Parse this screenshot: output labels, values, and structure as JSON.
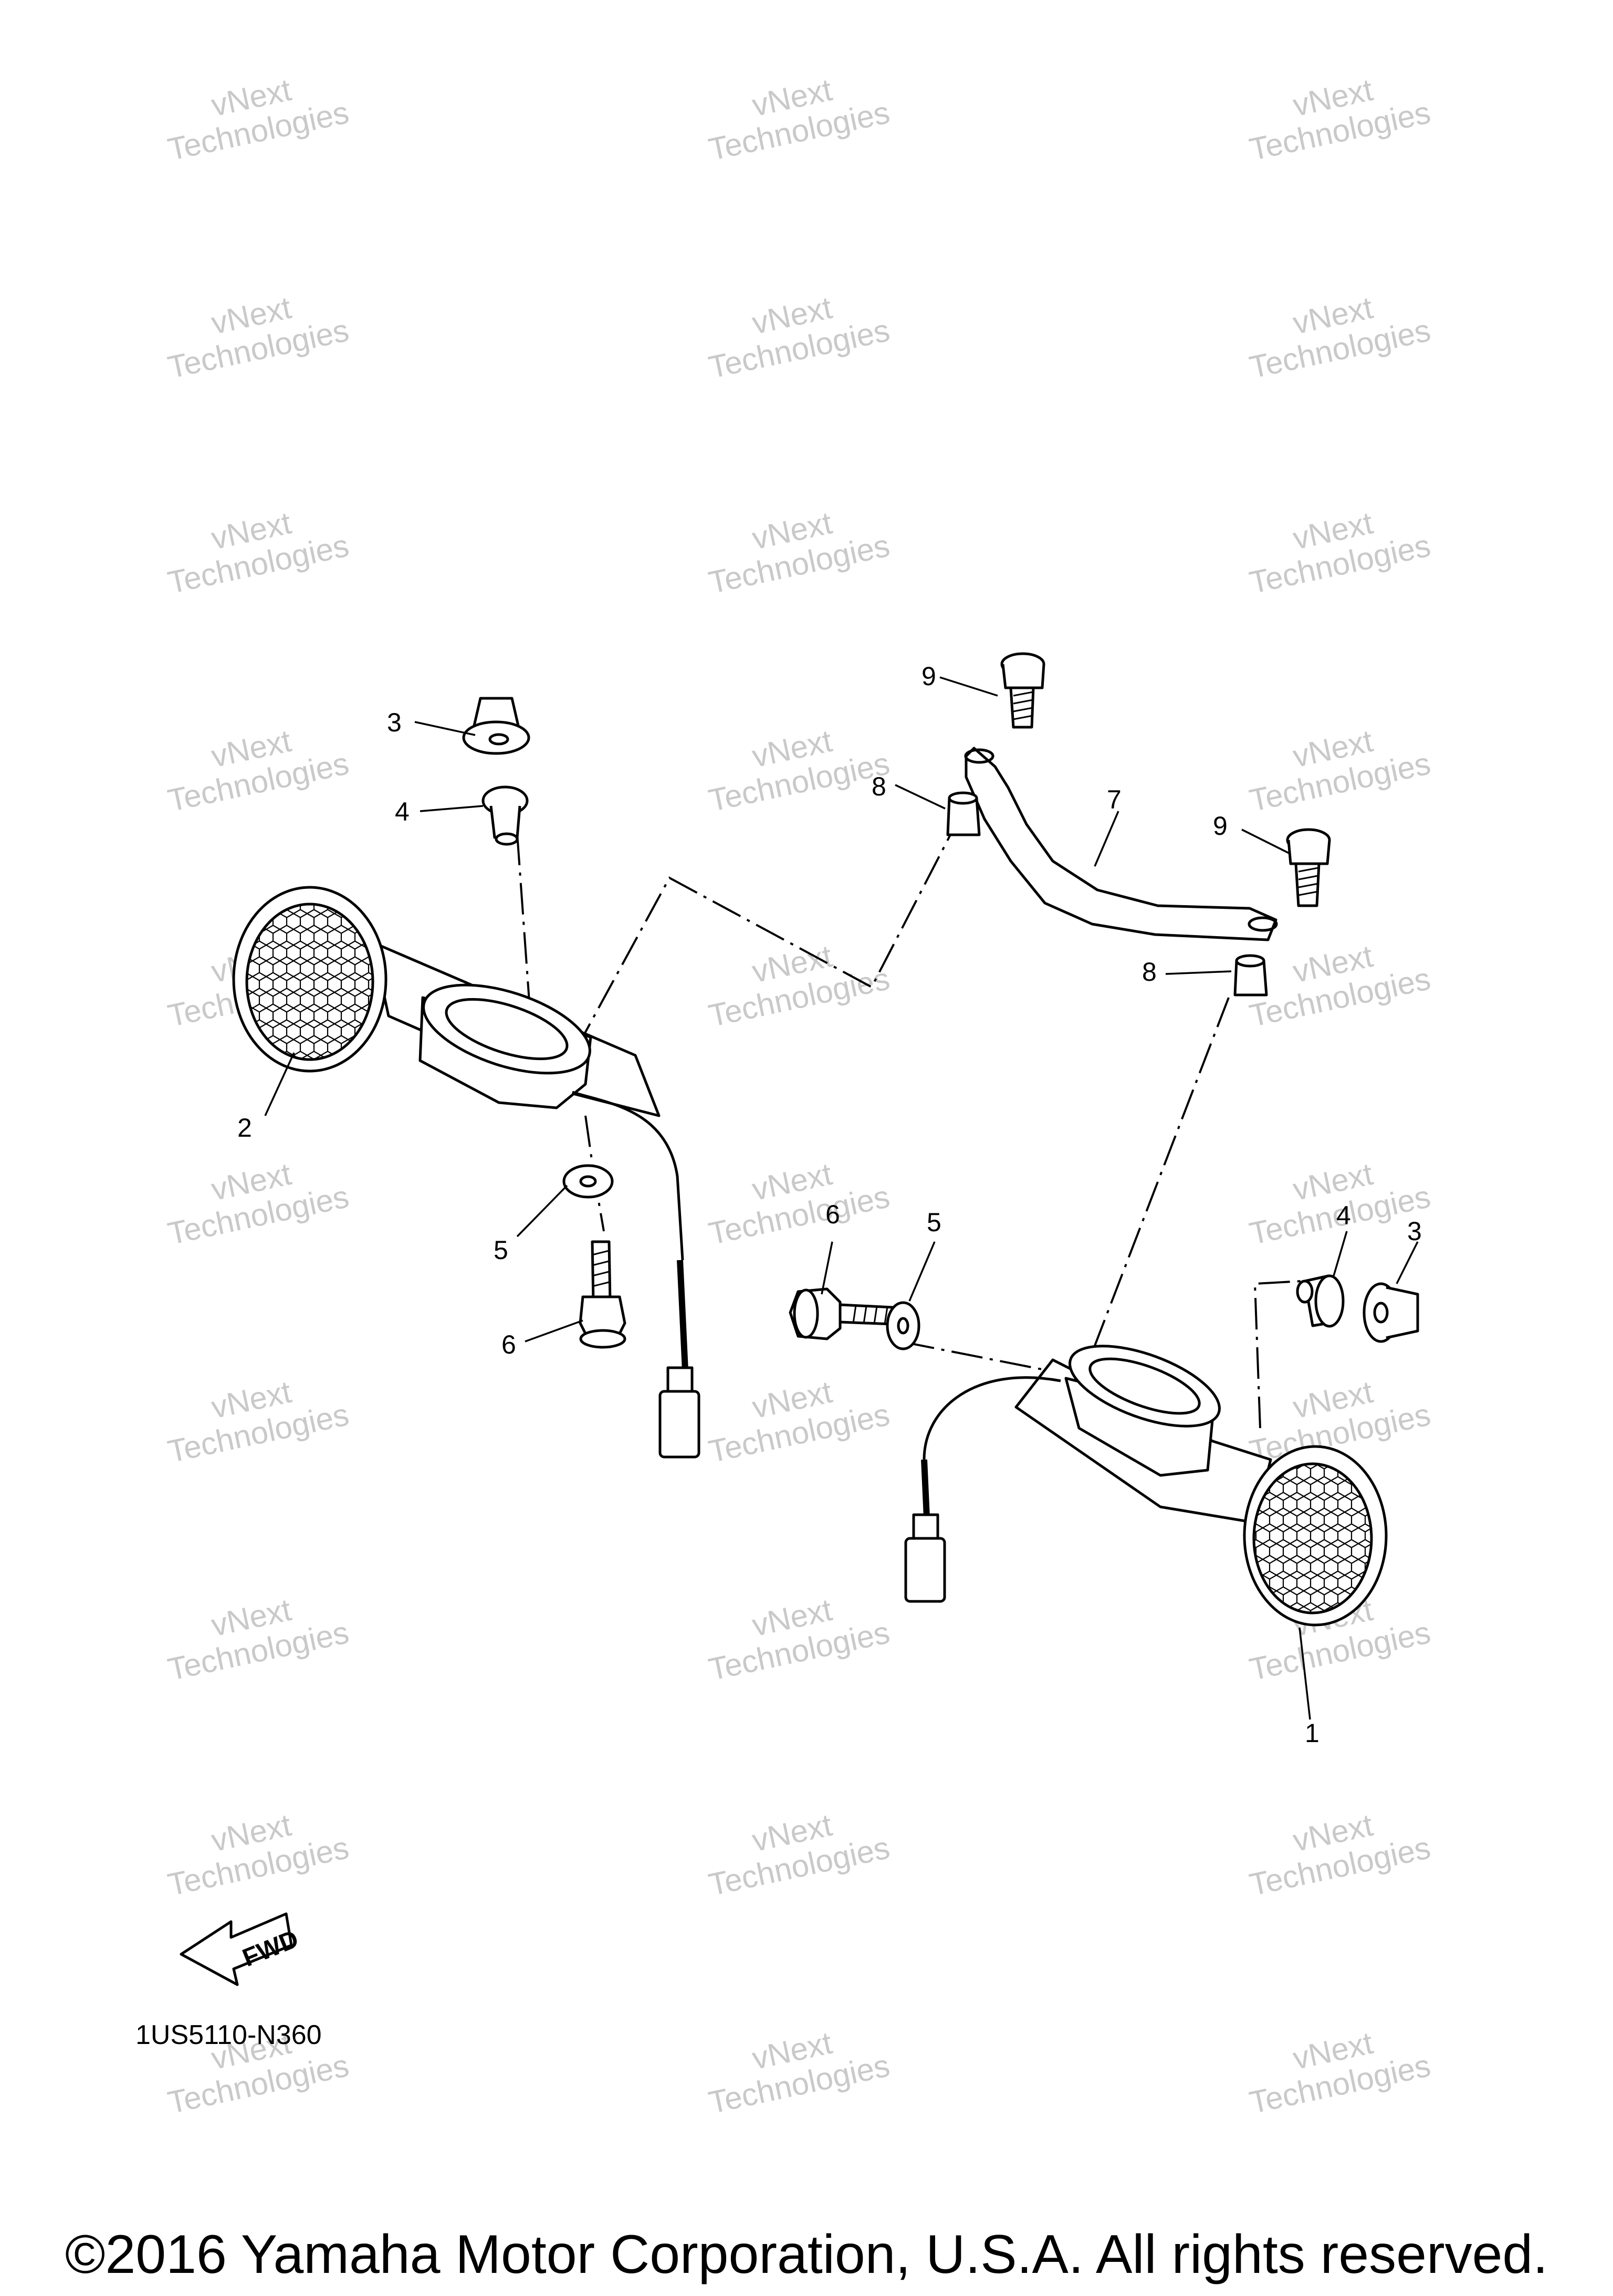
{
  "watermark": {
    "line1": "vNext",
    "line2": "Technologies"
  },
  "callouts": [
    "3",
    "4",
    "2",
    "5",
    "6",
    "9",
    "8",
    "7",
    "9",
    "8",
    "6",
    "5",
    "4",
    "3",
    "1"
  ],
  "fwd_label": "FWD",
  "diagram_code": "1US5110-N360",
  "copyright": "©2016 Yamaha Motor Corporation, U.S.A. All rights reserved.",
  "colors": {
    "line": "#000000",
    "watermark": "#c9c9c9",
    "background": "#ffffff"
  }
}
